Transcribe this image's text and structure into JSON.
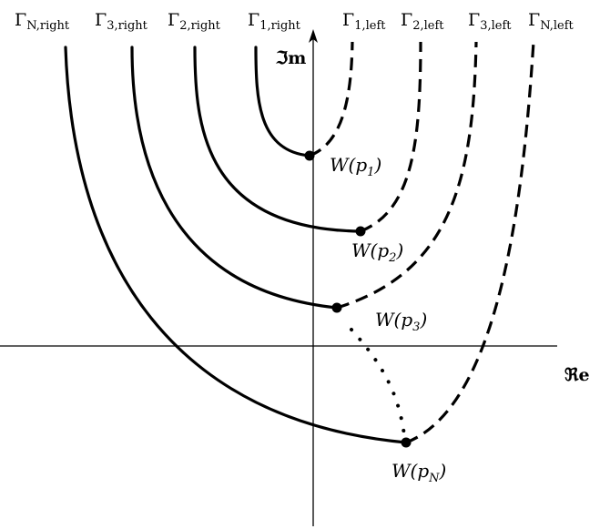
{
  "axes": {
    "real_label": "ℜe",
    "imag_label": "ℑm"
  },
  "contours": [
    {
      "right": {
        "base": "Γ",
        "sub": "N,right"
      },
      "left": {
        "base": "Γ",
        "sub": "N,left"
      },
      "point": {
        "name": "W(",
        "sub": "N",
        "close": ")",
        "var": "p"
      }
    },
    {
      "right": {
        "base": "Γ",
        "sub": "3,right"
      },
      "left": {
        "base": "Γ",
        "sub": "3,left"
      },
      "point": {
        "name": "W(",
        "sub": "3",
        "close": ")",
        "var": "p"
      }
    },
    {
      "right": {
        "base": "Γ",
        "sub": "2,right"
      },
      "left": {
        "base": "Γ",
        "sub": "2,left"
      },
      "point": {
        "name": "W(",
        "sub": "2",
        "close": ")",
        "var": "p"
      }
    },
    {
      "right": {
        "base": "Γ",
        "sub": "1,right"
      },
      "left": {
        "base": "Γ",
        "sub": "1,left"
      },
      "point": {
        "name": "W(",
        "sub": "1",
        "close": ")",
        "var": "p"
      }
    }
  ]
}
